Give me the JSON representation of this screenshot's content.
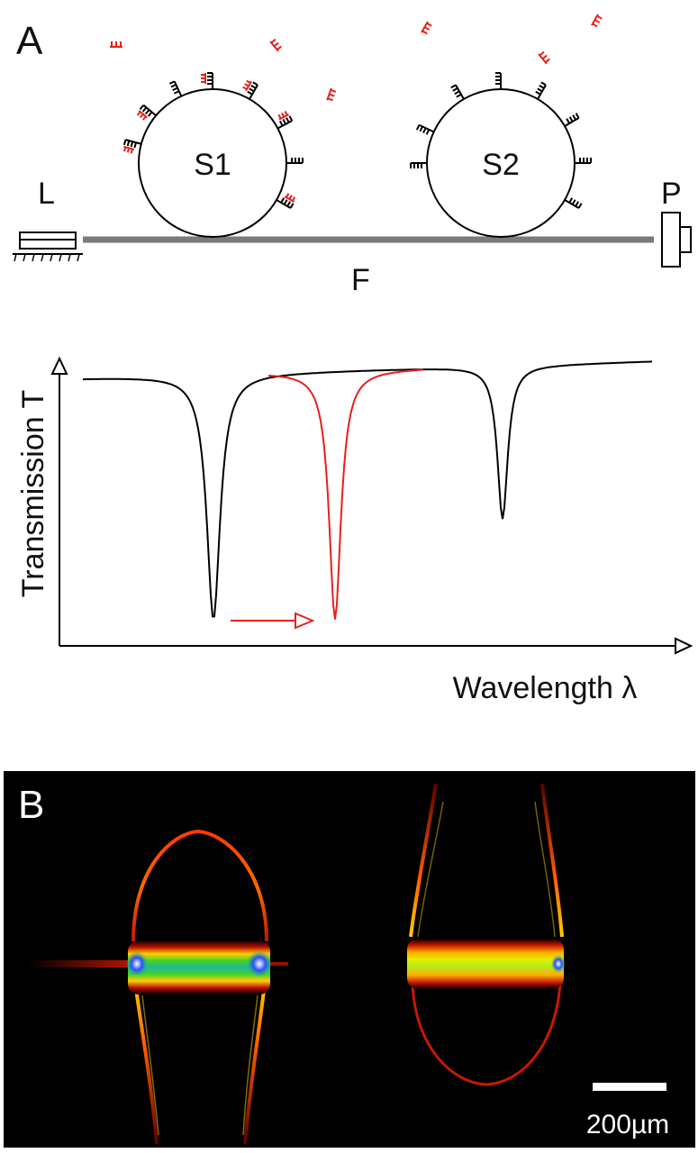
{
  "panel_a": {
    "label": "A",
    "sphere1_label": "S1",
    "sphere2_label": "S2",
    "laser_label": "L",
    "detector_label": "P",
    "fiber_label": "F",
    "y_axis_label": "Transmission T",
    "x_axis_label": "Wavelength λ",
    "colors": {
      "initial_trace": "#000000",
      "shifted_trace": "#e8201b",
      "bound_molecules": "#e8201b",
      "fiber": "#7a7a7a"
    },
    "icons": {
      "capture_molecule": "antibody-comb-icon",
      "bound_molecule": "red-antigen-comb-icon",
      "laser": "laser-source-icon",
      "detector": "photodetector-icon",
      "shift_arrow": "arrow-right-icon"
    }
  },
  "panel_b": {
    "label": "B",
    "scale_bar_text": "200µm",
    "background_color": "#000000",
    "colormap": [
      "#000000",
      "#d10f00",
      "#ff5a00",
      "#ffd800",
      "#e8f000",
      "#2fd12a",
      "#1fae8c",
      "#1238d8",
      "#ffffff"
    ]
  }
}
